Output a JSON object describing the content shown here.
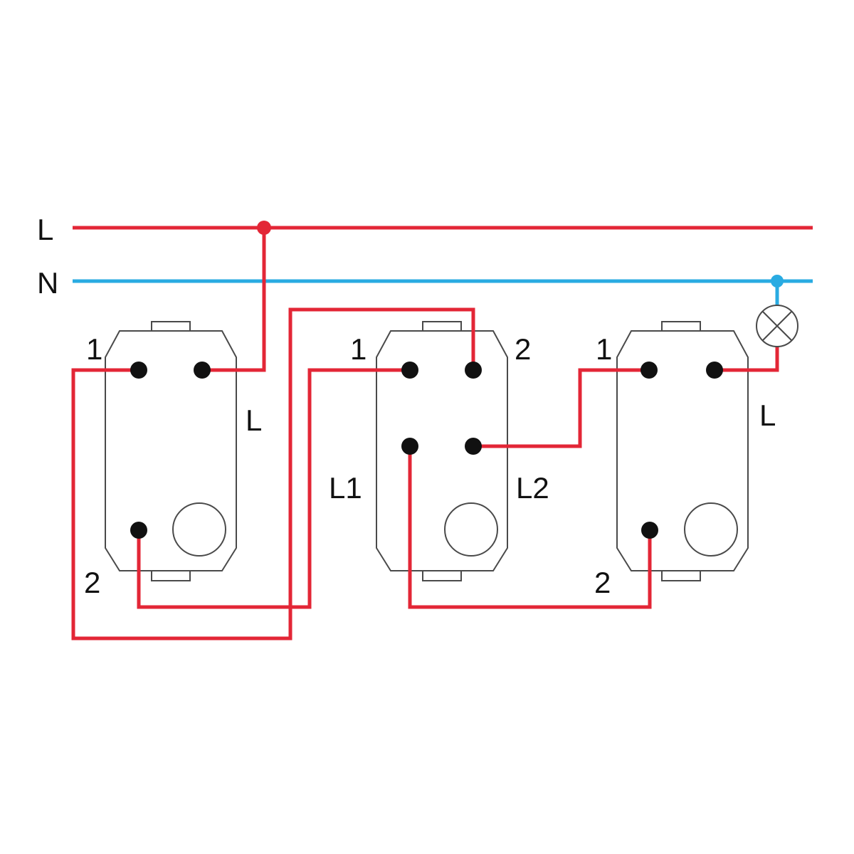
{
  "colors": {
    "live": "#e32636",
    "neutral": "#29abe2",
    "terminal": "#111111",
    "outline": "#4a4a4a"
  },
  "bus": {
    "live_label": "L",
    "neutral_label": "N"
  },
  "switches": [
    {
      "name": "two-way-switch-left",
      "labels": {
        "top_left": "1",
        "bottom_left": "2",
        "right": "L"
      }
    },
    {
      "name": "intermediate-switch-middle",
      "labels": {
        "top_left": "1",
        "top_right": "2",
        "bottom_left": "L1",
        "bottom_right": "L2"
      }
    },
    {
      "name": "two-way-switch-right",
      "labels": {
        "top_left": "1",
        "bottom_left": "2",
        "right": "L"
      }
    }
  ],
  "lamp": {
    "icon": "lamp-icon"
  }
}
